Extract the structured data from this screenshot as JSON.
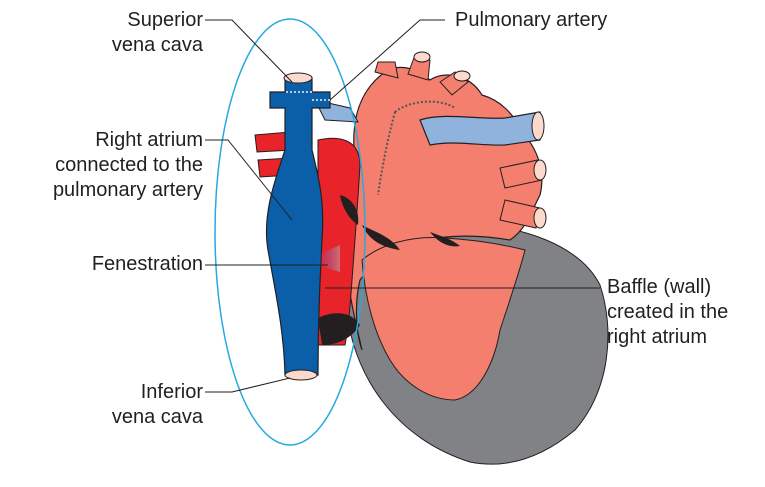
{
  "labels": {
    "superior_vena_cava": "Superior\nvena cava",
    "pulmonary_artery": "Pulmonary artery",
    "right_atrium": "Right atrium\nconnected to the\npulmonary artery",
    "fenestration": "Fenestration",
    "baffle": "Baffle (wall)\ncreated in the\nright atrium",
    "inferior_vena_cava": "Inferior\nvena cava"
  },
  "colors": {
    "vena_cava_blue": "#0b5fa8",
    "pulmonary_artery_light_blue": "#8fb3dd",
    "aorta_red": "#e8242a",
    "heart_salmon": "#f47f6e",
    "ventricle_gray": "#808285",
    "outline_cyan": "#28a9e0",
    "leader_line": "#231f20"
  }
}
